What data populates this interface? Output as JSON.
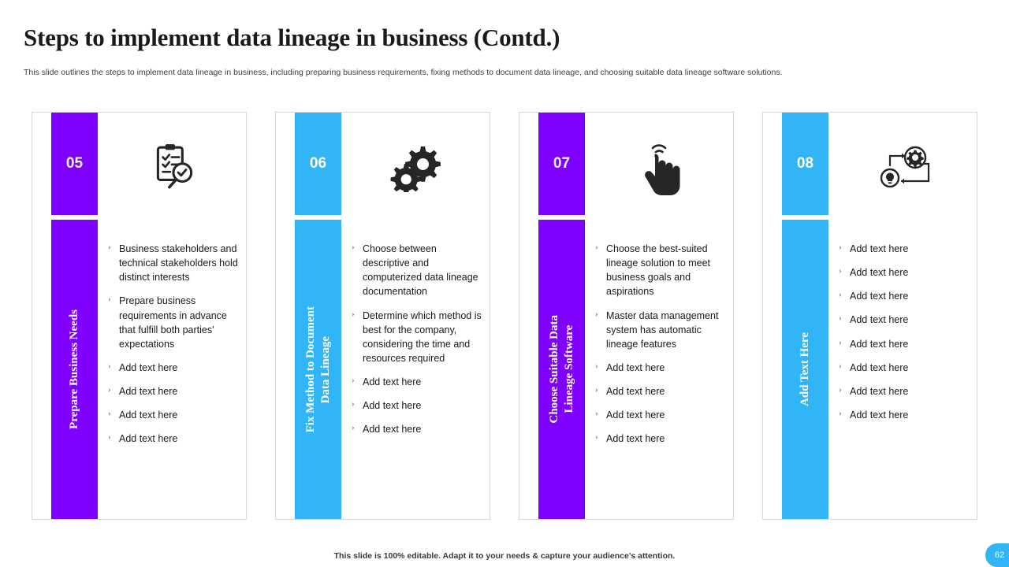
{
  "slide": {
    "title": "Steps to implement data lineage in business (Contd.)",
    "subtitle": "This slide outlines the steps to implement data lineage in business, including preparing business requirements, fixing methods to document data lineage, and choosing suitable data lineage software solutions.",
    "footer_note": "This slide is 100% editable. Adapt it to your needs & capture your audience's attention.",
    "page_number": "62",
    "bullet_marker": "›",
    "colors": {
      "purple": "#8000ff",
      "blue": "#31b5f7",
      "card_border": "#d8d8d8",
      "text": "#1a1a1a"
    }
  },
  "cards": [
    {
      "number": "05",
      "color": "#8000ff",
      "icon": "clipboard-checklist-magnifier-icon",
      "label": "Prepare Business Needs",
      "bullets": [
        "Business stakeholders and technical stakeholders hold distinct interests",
        "Prepare business requirements in advance that fulfill both parties' expectations",
        "Add text here",
        "Add text here",
        "Add text here",
        "Add text here"
      ]
    },
    {
      "number": "06",
      "color": "#31b5f7",
      "icon": "gears-cogs-icon",
      "label": "Fix Method to Document\nData Lineage",
      "bullets": [
        "Choose between descriptive and computerized data lineage documentation",
        "Determine which method is best for the company, considering the time and resources required",
        "Add text here",
        "Add text here",
        "Add text here"
      ]
    },
    {
      "number": "07",
      "color": "#8000ff",
      "icon": "hand-click-cursor-icon",
      "label": "Choose Suitable Data\nLineage Software",
      "bullets": [
        "Choose the best-suited lineage  solution to meet business goals and aspirations",
        "Master data management system has automatic lineage features",
        "Add text here",
        "Add text here",
        "Add text here",
        "Add text here"
      ]
    },
    {
      "number": "08",
      "color": "#31b5f7",
      "icon": "gear-bulb-flow-icon",
      "label": "Add Text Here",
      "bullets": [
        "Add text here",
        "Add text here",
        "Add text here",
        "Add text here",
        "Add text here",
        "Add text here",
        "Add text here",
        "Add text here"
      ]
    }
  ]
}
